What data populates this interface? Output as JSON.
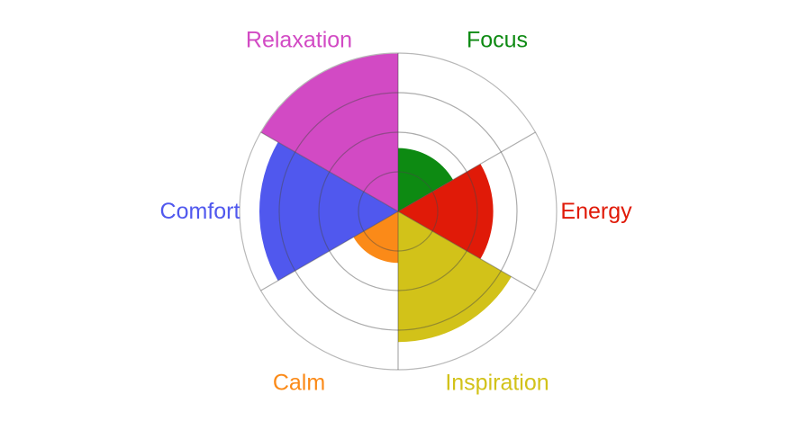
{
  "chart_data": {
    "type": "polar-area",
    "title": "",
    "rmax": 4,
    "grid_rings": [
      1,
      2,
      3,
      4
    ],
    "gridlines": true,
    "categories": [
      "Focus",
      "Energy",
      "Inspiration",
      "Calm",
      "Comfort",
      "Relaxation"
    ],
    "values": [
      1.6,
      2.4,
      3.3,
      1.3,
      3.5,
      4.0
    ],
    "colors": [
      "#0d8a12",
      "#e01a08",
      "#d2c219",
      "#fb8a18",
      "#5058ee",
      "#d24ac4"
    ]
  }
}
